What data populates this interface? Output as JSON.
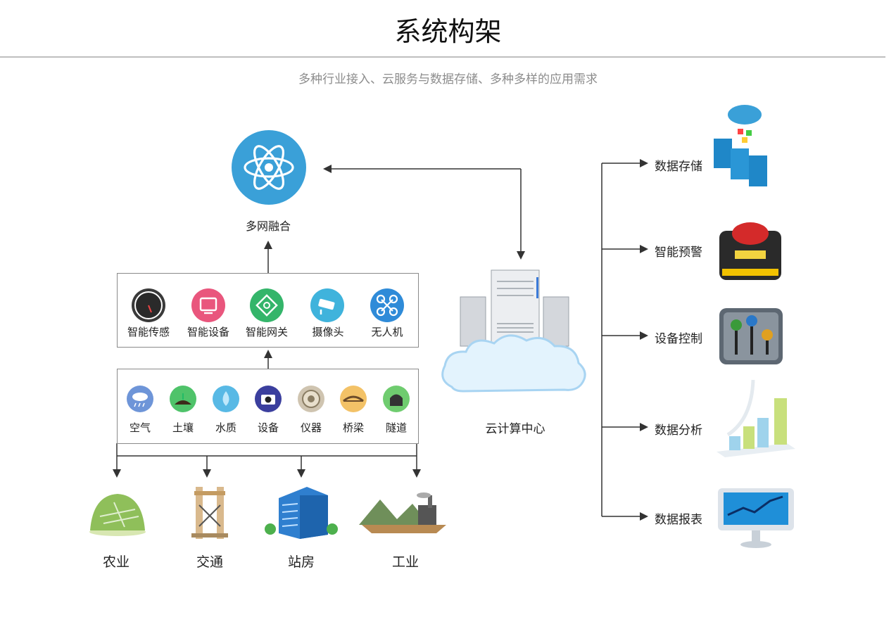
{
  "header": {
    "title": "系统构架",
    "subtitle": "多种行业接入、云服务与数据存储、多种多样的应用需求"
  },
  "network": {
    "label": "多网融合"
  },
  "devices": [
    {
      "label": "智能传感",
      "icon": "gauge-icon",
      "color": "#3a3a3a"
    },
    {
      "label": "智能设备",
      "icon": "monitor-icon",
      "color": "#e9567d"
    },
    {
      "label": "智能网关",
      "icon": "gateway-icon",
      "color": "#34b56a"
    },
    {
      "label": "摄像头",
      "icon": "camera-icon",
      "color": "#3fb3dc"
    },
    {
      "label": "无人机",
      "icon": "drone-icon",
      "color": "#2f8bd8"
    }
  ],
  "monitors": [
    {
      "label": "空气",
      "icon": "cloud-rain-icon",
      "color": "#6e95d8"
    },
    {
      "label": "土壤",
      "icon": "soil-icon",
      "color": "#4fc36a"
    },
    {
      "label": "水质",
      "icon": "water-drop-icon",
      "color": "#58b9e5"
    },
    {
      "label": "设备",
      "icon": "camera-device-icon",
      "color": "#3b3f9e"
    },
    {
      "label": "仪器",
      "icon": "instrument-icon",
      "color": "#cfc4b0"
    },
    {
      "label": "桥梁",
      "icon": "bridge-icon",
      "color": "#f3c267"
    },
    {
      "label": "隧道",
      "icon": "tunnel-icon",
      "color": "#6fcc6f"
    }
  ],
  "industries": [
    {
      "label": "农业",
      "icon": "farm-icon"
    },
    {
      "label": "交通",
      "icon": "bridge-tower-icon"
    },
    {
      "label": "站房",
      "icon": "building-icon"
    },
    {
      "label": "工业",
      "icon": "factory-icon"
    }
  ],
  "cloud": {
    "label": "云计算中心"
  },
  "services": [
    {
      "label": "数据存储",
      "icon": "database-icon"
    },
    {
      "label": "智能预警",
      "icon": "alarm-button-icon"
    },
    {
      "label": "设备控制",
      "icon": "control-panel-icon"
    },
    {
      "label": "数据分析",
      "icon": "bar-chart-icon"
    },
    {
      "label": "数据报表",
      "icon": "report-monitor-icon"
    }
  ]
}
